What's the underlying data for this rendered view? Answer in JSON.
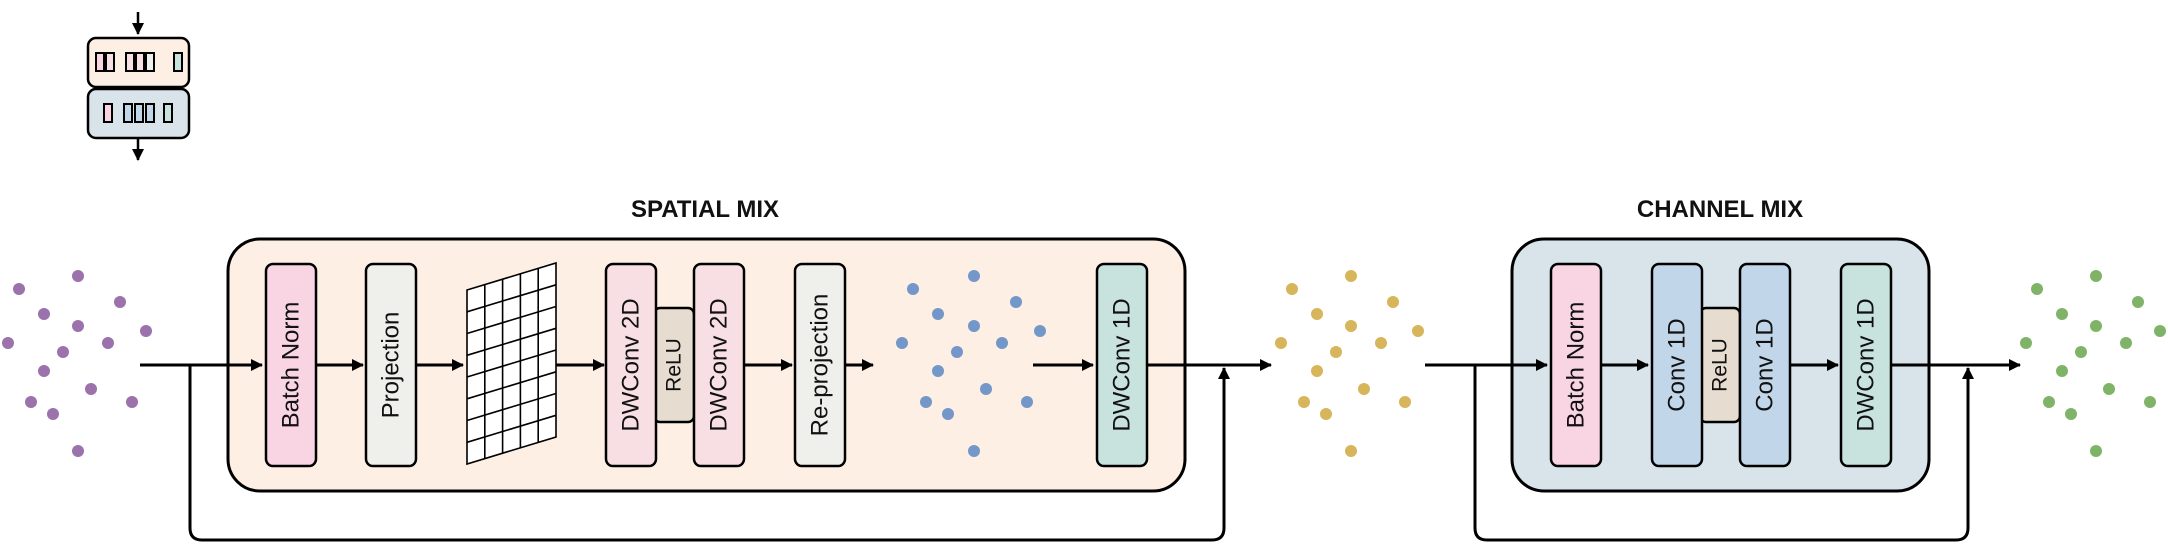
{
  "sections": {
    "spatial_title": "SPATIAL MIX",
    "channel_title": "CHANNEL MIX"
  },
  "spatial_blocks": {
    "batch_norm": "Batch Norm",
    "projection": "Projection",
    "dwconv2d_a": "DWConv 2D",
    "relu": "ReLU",
    "dwconv2d_b": "DWConv 2D",
    "reprojection": "Re-projection",
    "dwconv1d": "DWConv 1D"
  },
  "channel_blocks": {
    "batch_norm": "Batch Norm",
    "conv1d_a": "Conv 1D",
    "relu": "ReLU",
    "conv1d_b": "Conv 1D",
    "dwconv1d": "DWConv 1D"
  },
  "colors": {
    "spatial_bg": "#fdefe3",
    "channel_bg": "#d8e3ea",
    "batch_norm": "#f9d4e2",
    "projection": "#efefeb",
    "dwconv2d": "#f8dfe3",
    "relu": "#e6dcd0",
    "dwconv1d": "#c8e2dd",
    "conv1d": "#c2d6ea",
    "points_input": "#9b72ab",
    "points_spatial": "#7497c9",
    "points_mid": "#d7b55a",
    "points_output": "#7fb468"
  }
}
